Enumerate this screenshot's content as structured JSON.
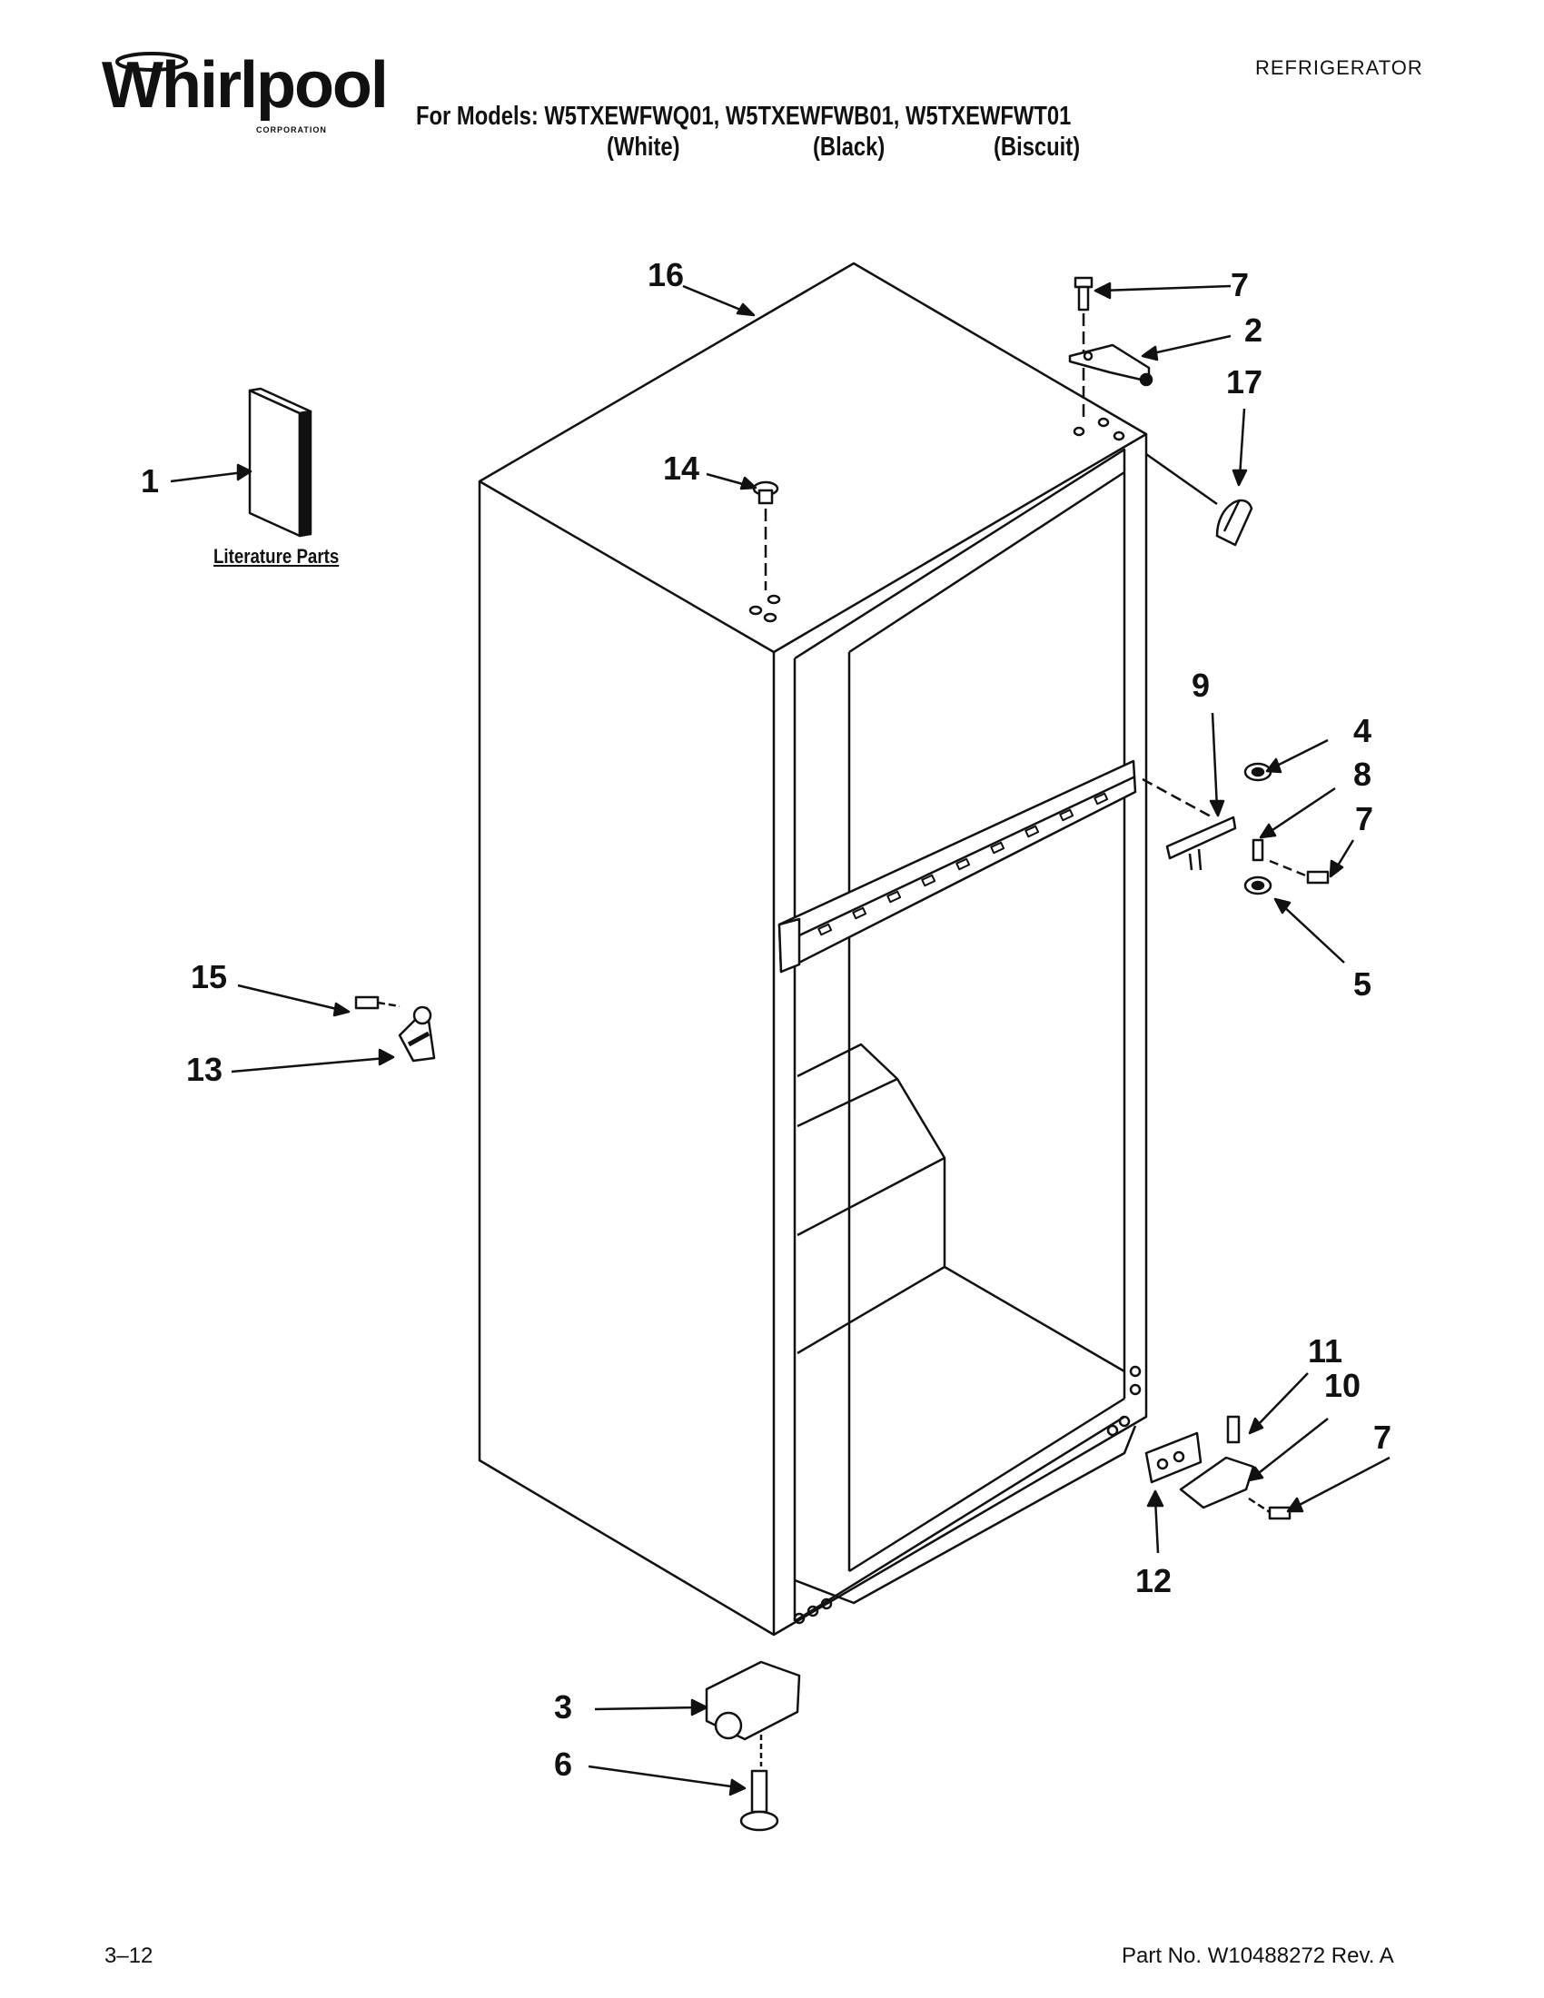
{
  "header": {
    "brand": "Whirlpool",
    "brand_sub": "CORPORATION",
    "doc_type": "REFRIGERATOR",
    "models_line": "For Models: W5TXEWFWQ01, W5TXEWFWB01, W5TXEWFWT01",
    "variants": [
      "(White)",
      "(Black)",
      "(Biscuit)"
    ]
  },
  "diagram": {
    "literature_label": "Literature Parts",
    "callouts": [
      "16",
      "7",
      "2",
      "17",
      "1",
      "14",
      "9",
      "4",
      "8",
      "7",
      "5",
      "15",
      "13",
      "11",
      "10",
      "7",
      "12",
      "3",
      "6"
    ]
  },
  "footer": {
    "page_number": "3–12",
    "part_number": "Part No. W10488272 Rev. A"
  }
}
